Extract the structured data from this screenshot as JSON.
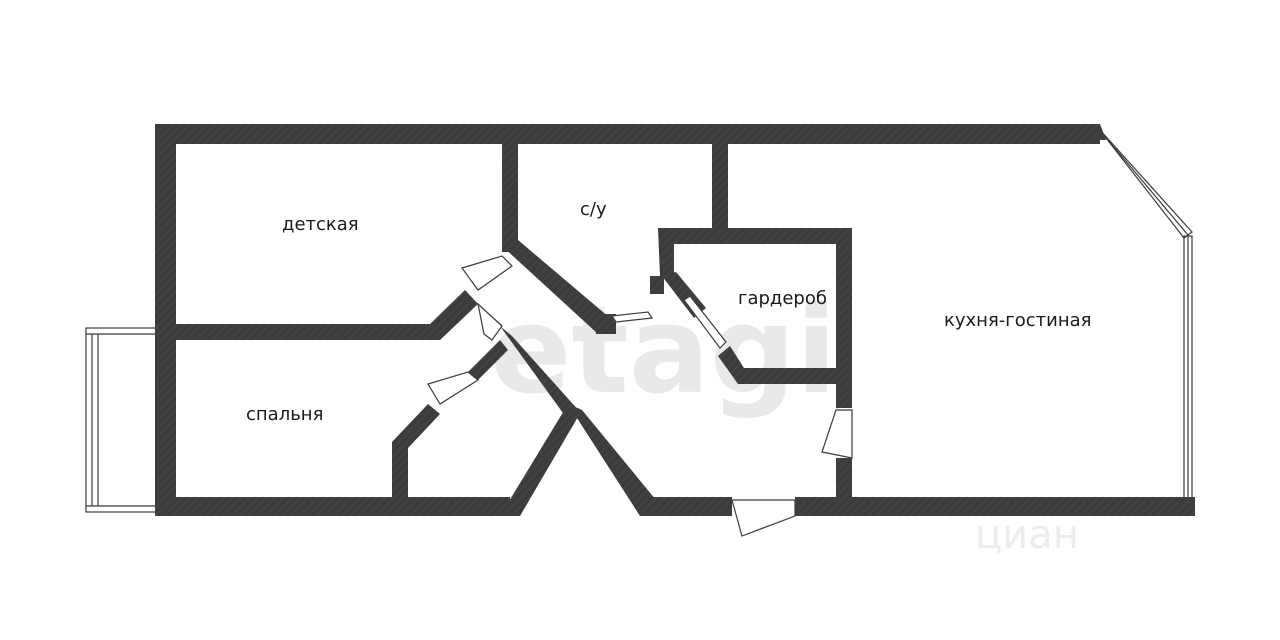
{
  "colors": {
    "wall": "#3c3c3c",
    "background": "#ffffff",
    "label": "#1a1a1a",
    "watermark": "#e9e9e9"
  },
  "rooms": {
    "children_room": "детская",
    "bathroom": "с/у",
    "wardrobe": "гардероб",
    "kitchen_living": "кухня-гостиная",
    "bedroom": "спальня"
  },
  "watermarks": {
    "center": "etagi",
    "corner": "циан"
  }
}
